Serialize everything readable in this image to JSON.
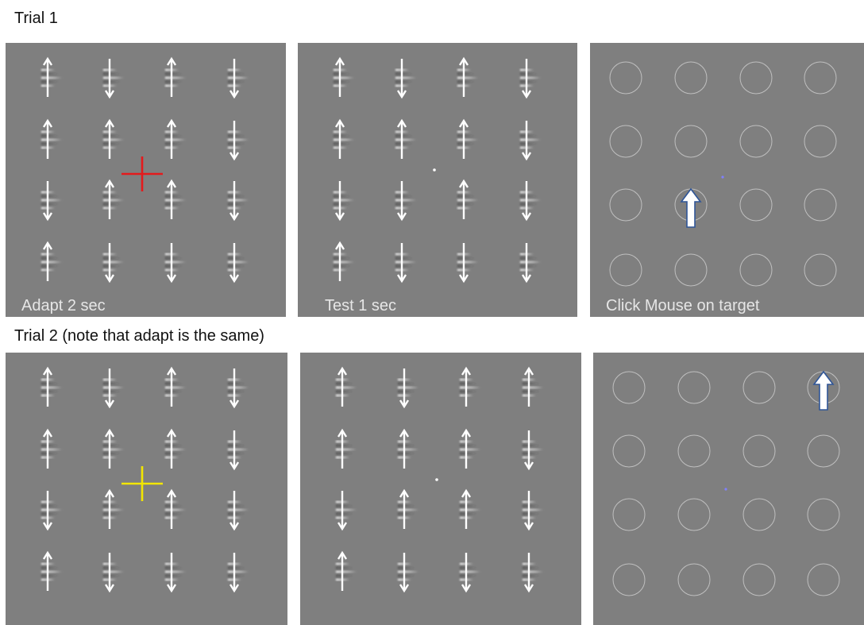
{
  "trials": [
    {
      "heading": "Trial 1",
      "adapt": {
        "caption": "Adapt 2 sec",
        "arrows": [
          [
            "up",
            "down",
            "up",
            "down"
          ],
          [
            "up",
            "up",
            "up",
            "down"
          ],
          [
            "down",
            "up",
            "up",
            "down"
          ],
          [
            "up",
            "down",
            "down",
            "down"
          ]
        ],
        "cross_color": "#e41a1c"
      },
      "test": {
        "caption": "Test 1 sec",
        "arrows": [
          [
            "up",
            "down",
            "up",
            "down"
          ],
          [
            "up",
            "up",
            "up",
            "down"
          ],
          [
            "down",
            "down",
            "up",
            "down"
          ],
          [
            "up",
            "down",
            "down",
            "down"
          ]
        ]
      },
      "response": {
        "caption": "Click Mouse on target",
        "target_row": 3,
        "target_col": 2
      }
    },
    {
      "heading": "Trial 2 (note that adapt is the same)",
      "adapt": {
        "caption": "",
        "arrows": [
          [
            "up",
            "down",
            "up",
            "down"
          ],
          [
            "up",
            "up",
            "up",
            "down"
          ],
          [
            "down",
            "up",
            "up",
            "down"
          ],
          [
            "up",
            "down",
            "down",
            "down"
          ]
        ],
        "cross_color": "#f2e600"
      },
      "test": {
        "caption": "",
        "arrows": [
          [
            "up",
            "down",
            "up",
            "up"
          ],
          [
            "up",
            "up",
            "up",
            "down"
          ],
          [
            "down",
            "up",
            "up",
            "down"
          ],
          [
            "up",
            "down",
            "down",
            "down"
          ]
        ]
      },
      "response": {
        "caption": "",
        "target_row": 1,
        "target_col": 4
      }
    }
  ],
  "colors": {
    "panel_bg": "#7f7f7f",
    "arrow": "#ffffff",
    "fixation_dot_test": "#ffffff",
    "fixation_dot_response": "#8080ff",
    "circle": "#d0d0d0",
    "target_arrow_fill": "#ffffff",
    "target_arrow_stroke": "#2f5597"
  }
}
